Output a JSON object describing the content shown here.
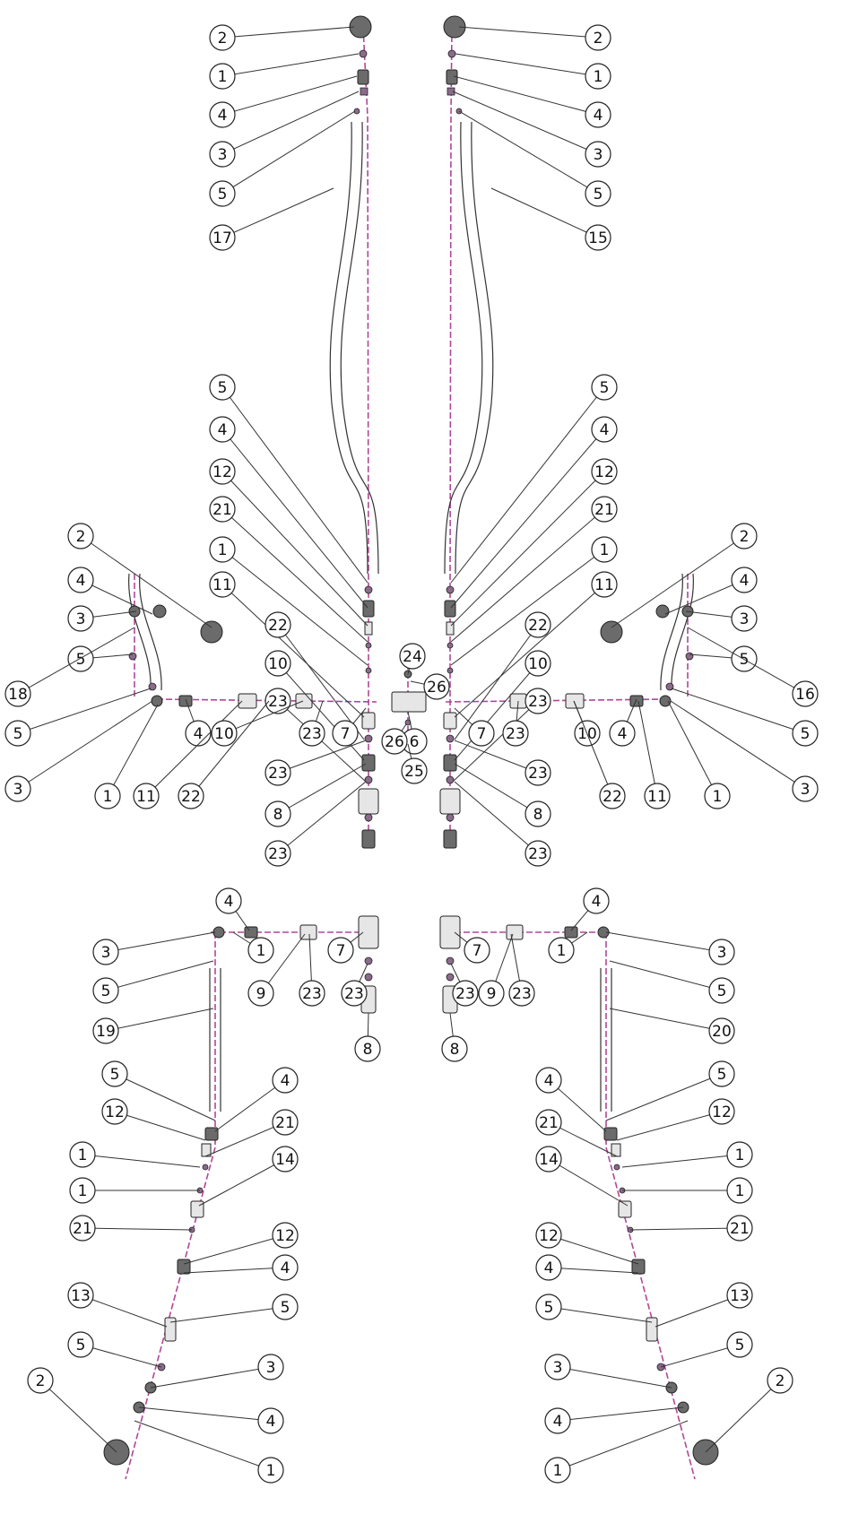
{
  "manifold": {
    "label": ""
  },
  "callouts": [
    "2",
    "1",
    "4",
    "3",
    "5",
    "17",
    "2",
    "1",
    "4",
    "3",
    "5",
    "15",
    "5",
    "4",
    "12",
    "21",
    "1",
    "11",
    "22",
    "10",
    "23",
    "5",
    "4",
    "12",
    "21",
    "1",
    "11",
    "22",
    "10",
    "23",
    "24",
    "26",
    "6",
    "26",
    "25",
    "2",
    "4",
    "3",
    "5",
    "18",
    "5",
    "3",
    "4",
    "1",
    "11",
    "22",
    "10",
    "23",
    "7",
    "23",
    "8",
    "23",
    "2",
    "4",
    "3",
    "5",
    "16",
    "5",
    "3",
    "4",
    "10",
    "23",
    "7",
    "23",
    "8",
    "23",
    "22",
    "11",
    "1",
    "4",
    "3",
    "5",
    "1",
    "9",
    "23",
    "7",
    "23",
    "8",
    "19",
    "5",
    "4",
    "12",
    "21",
    "1",
    "14",
    "1",
    "21",
    "12",
    "4",
    "5",
    "13",
    "5",
    "3",
    "2",
    "4",
    "1",
    "4",
    "3",
    "5",
    "1",
    "9",
    "23",
    "7",
    "23",
    "8",
    "20",
    "5",
    "4",
    "12",
    "21",
    "1",
    "14",
    "1",
    "21",
    "12",
    "4",
    "5",
    "13",
    "5",
    "3",
    "4",
    "1",
    "2"
  ]
}
